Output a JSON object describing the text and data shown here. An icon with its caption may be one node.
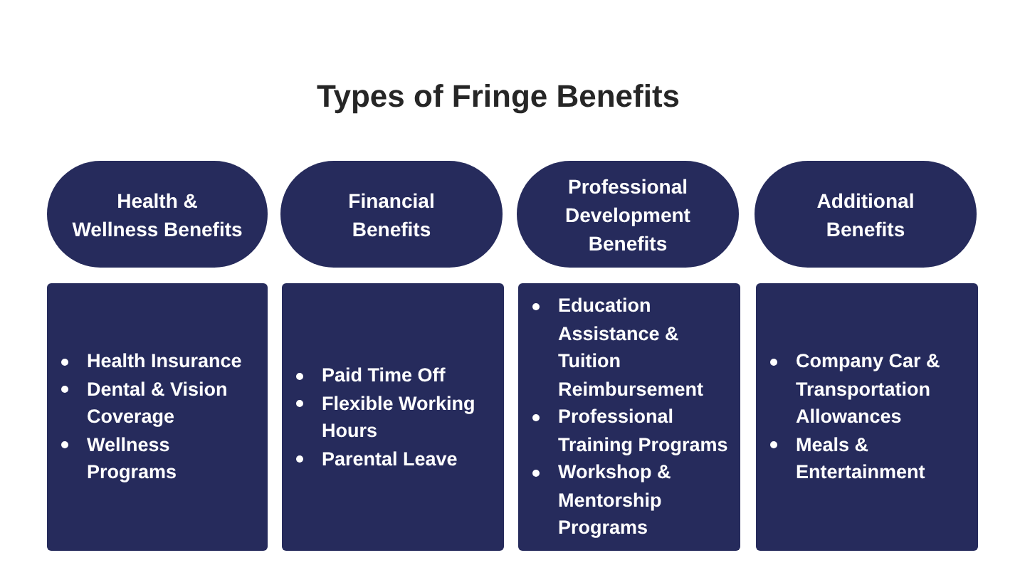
{
  "diagram": {
    "title": "Types of Fringe Benefits",
    "nodes": [
      {
        "text": [
          "Health & Wellness Benefits"
        ]
      },
      {
        "text": [
          "Financial Benefits"
        ]
      },
      {
        "text": [
          "Professional Development Benefits"
        ]
      },
      {
        "text": [
          "Additional Benefits"
        ]
      },
      {
        "text": [
          "Health Insurance",
          "Dental & Vision Coverage",
          "Wellness Programs"
        ]
      },
      {
        "text": [
          "Paid Time Off",
          "Flexible Working Hours",
          "Parental Leave"
        ]
      },
      {
        "text": [
          "Education Assistance & Tuition Reimbursement",
          "Professional Training Programs",
          "Workshop & Mentorship Programs"
        ]
      },
      {
        "text": [
          "Company Car & Transportation Allowances",
          "Meals & Entertainment"
        ]
      }
    ]
  }
}
